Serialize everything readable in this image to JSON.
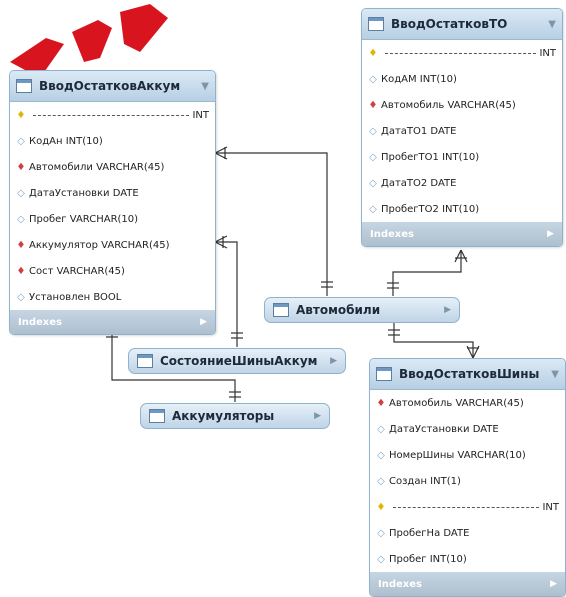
{
  "tables": {
    "vvod_akkum": {
      "title": "ВводОстатковАккум",
      "columns": [
        {
          "kind": "pk",
          "name": "",
          "type": "INT"
        },
        {
          "kind": "nullable",
          "name": "КодАн INT(10)"
        },
        {
          "kind": "notnull",
          "name": "Автомобили VARCHAR(45)"
        },
        {
          "kind": "nullable",
          "name": "ДатаУстановки DATE"
        },
        {
          "kind": "nullable",
          "name": "Пробег VARCHAR(10)"
        },
        {
          "kind": "notnull",
          "name": "Аккумулятор VARCHAR(45)"
        },
        {
          "kind": "notnull",
          "name": "Сост VARCHAR(45)"
        },
        {
          "kind": "nullable",
          "name": "Установлен BOOL"
        }
      ],
      "footer": "Indexes"
    },
    "vvod_to": {
      "title": "ВводОстатковТО",
      "columns": [
        {
          "kind": "pk",
          "name": "",
          "type": "INT"
        },
        {
          "kind": "nullable",
          "name": "КодАМ INT(10)"
        },
        {
          "kind": "notnull",
          "name": "Автомобиль VARCHAR(45)"
        },
        {
          "kind": "nullable",
          "name": "ДатаТО1 DATE"
        },
        {
          "kind": "nullable",
          "name": "ПробегТО1 INT(10)"
        },
        {
          "kind": "nullable",
          "name": "ДатаТО2 DATE"
        },
        {
          "kind": "nullable",
          "name": "ПробегТО2 INT(10)"
        }
      ],
      "footer": "Indexes"
    },
    "vvod_shiny": {
      "title": "ВводОстатковШины",
      "columns": [
        {
          "kind": "notnull",
          "name": "Автомобиль VARCHAR(45)"
        },
        {
          "kind": "nullable",
          "name": "ДатаУстановки DATE"
        },
        {
          "kind": "nullable",
          "name": "НомерШины VARCHAR(10)"
        },
        {
          "kind": "nullable",
          "name": "Создан INT(1)"
        },
        {
          "kind": "pk",
          "name": "",
          "type": "INT"
        },
        {
          "kind": "nullable",
          "name": "ПробегНа DATE"
        },
        {
          "kind": "nullable",
          "name": "Пробег INT(10)"
        }
      ],
      "footer": "Indexes"
    }
  },
  "collapsed": {
    "avtomobili": "Автомобили",
    "sostoyanie": "СостояниеШиныАккум",
    "akkumulyatory": "Аккумуляторы"
  },
  "icons": {
    "primary_key": "key-icon",
    "not_null": "red-diamond-icon",
    "nullable": "blue-diamond-icon",
    "table": "table-icon"
  },
  "colors": {
    "header": "#c7dbec",
    "footer": "#b7c8d8",
    "border": "#8fb3cf",
    "watermark": "#d8141f"
  }
}
